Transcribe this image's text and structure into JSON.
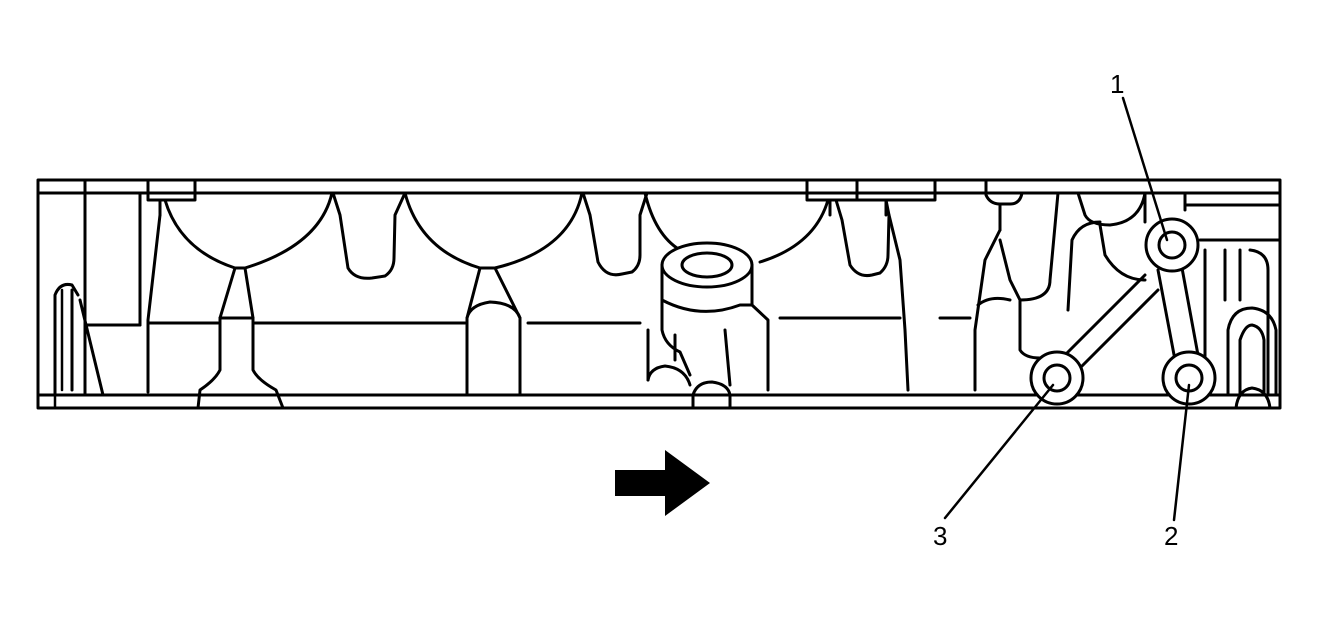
{
  "callouts": [
    {
      "label": "1"
    },
    {
      "label": "2"
    },
    {
      "label": "3"
    }
  ],
  "direction_arrow": {
    "icon": "arrow-right-icon",
    "direction": "right"
  },
  "colors": {
    "line": "#000000",
    "background": "#ffffff"
  }
}
